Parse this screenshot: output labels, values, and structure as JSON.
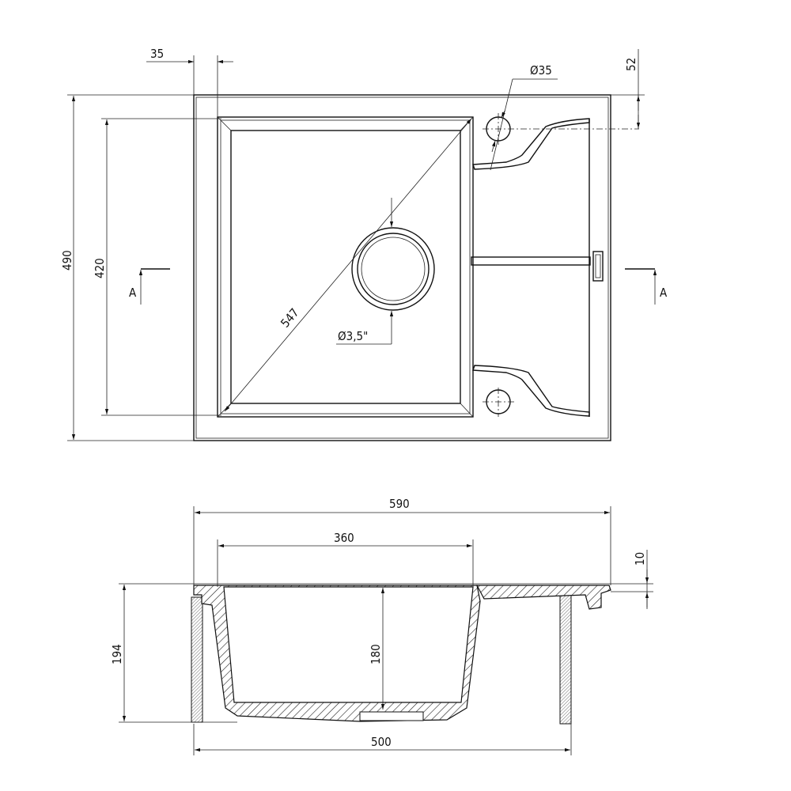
{
  "top_view": {
    "dim_flange": "35",
    "dim_tap_offset": "52",
    "dim_tap_hole": "Ø35",
    "dim_total_depth": "490",
    "dim_bowl_depth": "420",
    "section_mark_left": "A",
    "section_mark_right": "A",
    "dim_diagonal": "547",
    "dim_drain": "Ø3,5\""
  },
  "section_view": {
    "dim_total_width": "590",
    "dim_bowl_width": "360",
    "dim_rim": "10",
    "dim_total_height": "194",
    "dim_bowl_height": "180",
    "dim_cabinet": "500"
  },
  "colors": {
    "line": "#111111",
    "background": "#ffffff"
  }
}
